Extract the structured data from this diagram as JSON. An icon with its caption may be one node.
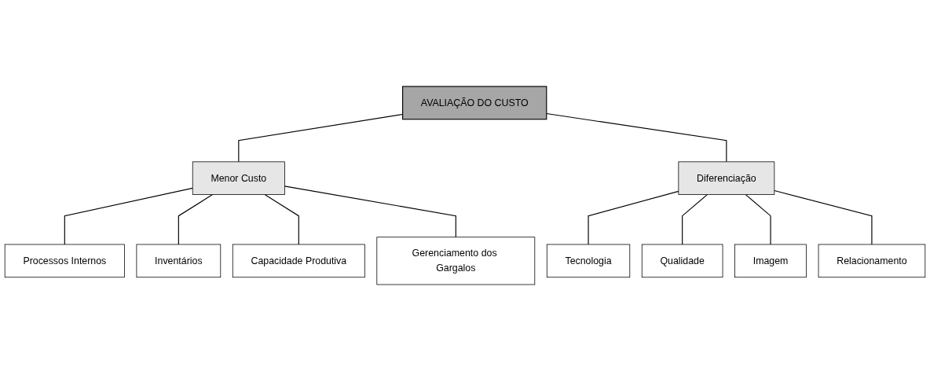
{
  "diagram": {
    "nodes": [
      {
        "text": [
          "AVALIAÇÃO DO CUSTO"
        ]
      },
      {
        "text": [
          "Menor Custo"
        ]
      },
      {
        "text": [
          "Diferenciação"
        ]
      },
      {
        "text": [
          "Processos Internos"
        ]
      },
      {
        "text": [
          "Inventários"
        ]
      },
      {
        "text": [
          "Capacidade Produtiva"
        ]
      },
      {
        "text": [
          "Gerenciamento dos Gargalos"
        ]
      },
      {
        "text": [
          "Tecnologia"
        ]
      },
      {
        "text": [
          "Qualidade"
        ]
      },
      {
        "text": [
          "Imagem"
        ]
      },
      {
        "text": [
          "Relacionamento"
        ]
      }
    ],
    "edges": [
      {
        "from": 0,
        "to": 1,
        "arrow": "none"
      },
      {
        "from": 0,
        "to": 2,
        "arrow": "none"
      },
      {
        "from": 1,
        "to": 3,
        "arrow": "none"
      },
      {
        "from": 1,
        "to": 4,
        "arrow": "none"
      },
      {
        "from": 1,
        "to": 5,
        "arrow": "none"
      },
      {
        "from": 1,
        "to": 6,
        "arrow": "none"
      },
      {
        "from": 2,
        "to": 7,
        "arrow": "none"
      },
      {
        "from": 2,
        "to": 8,
        "arrow": "none"
      },
      {
        "from": 2,
        "to": 9,
        "arrow": "none"
      },
      {
        "from": 2,
        "to": 10,
        "arrow": "none"
      }
    ]
  }
}
